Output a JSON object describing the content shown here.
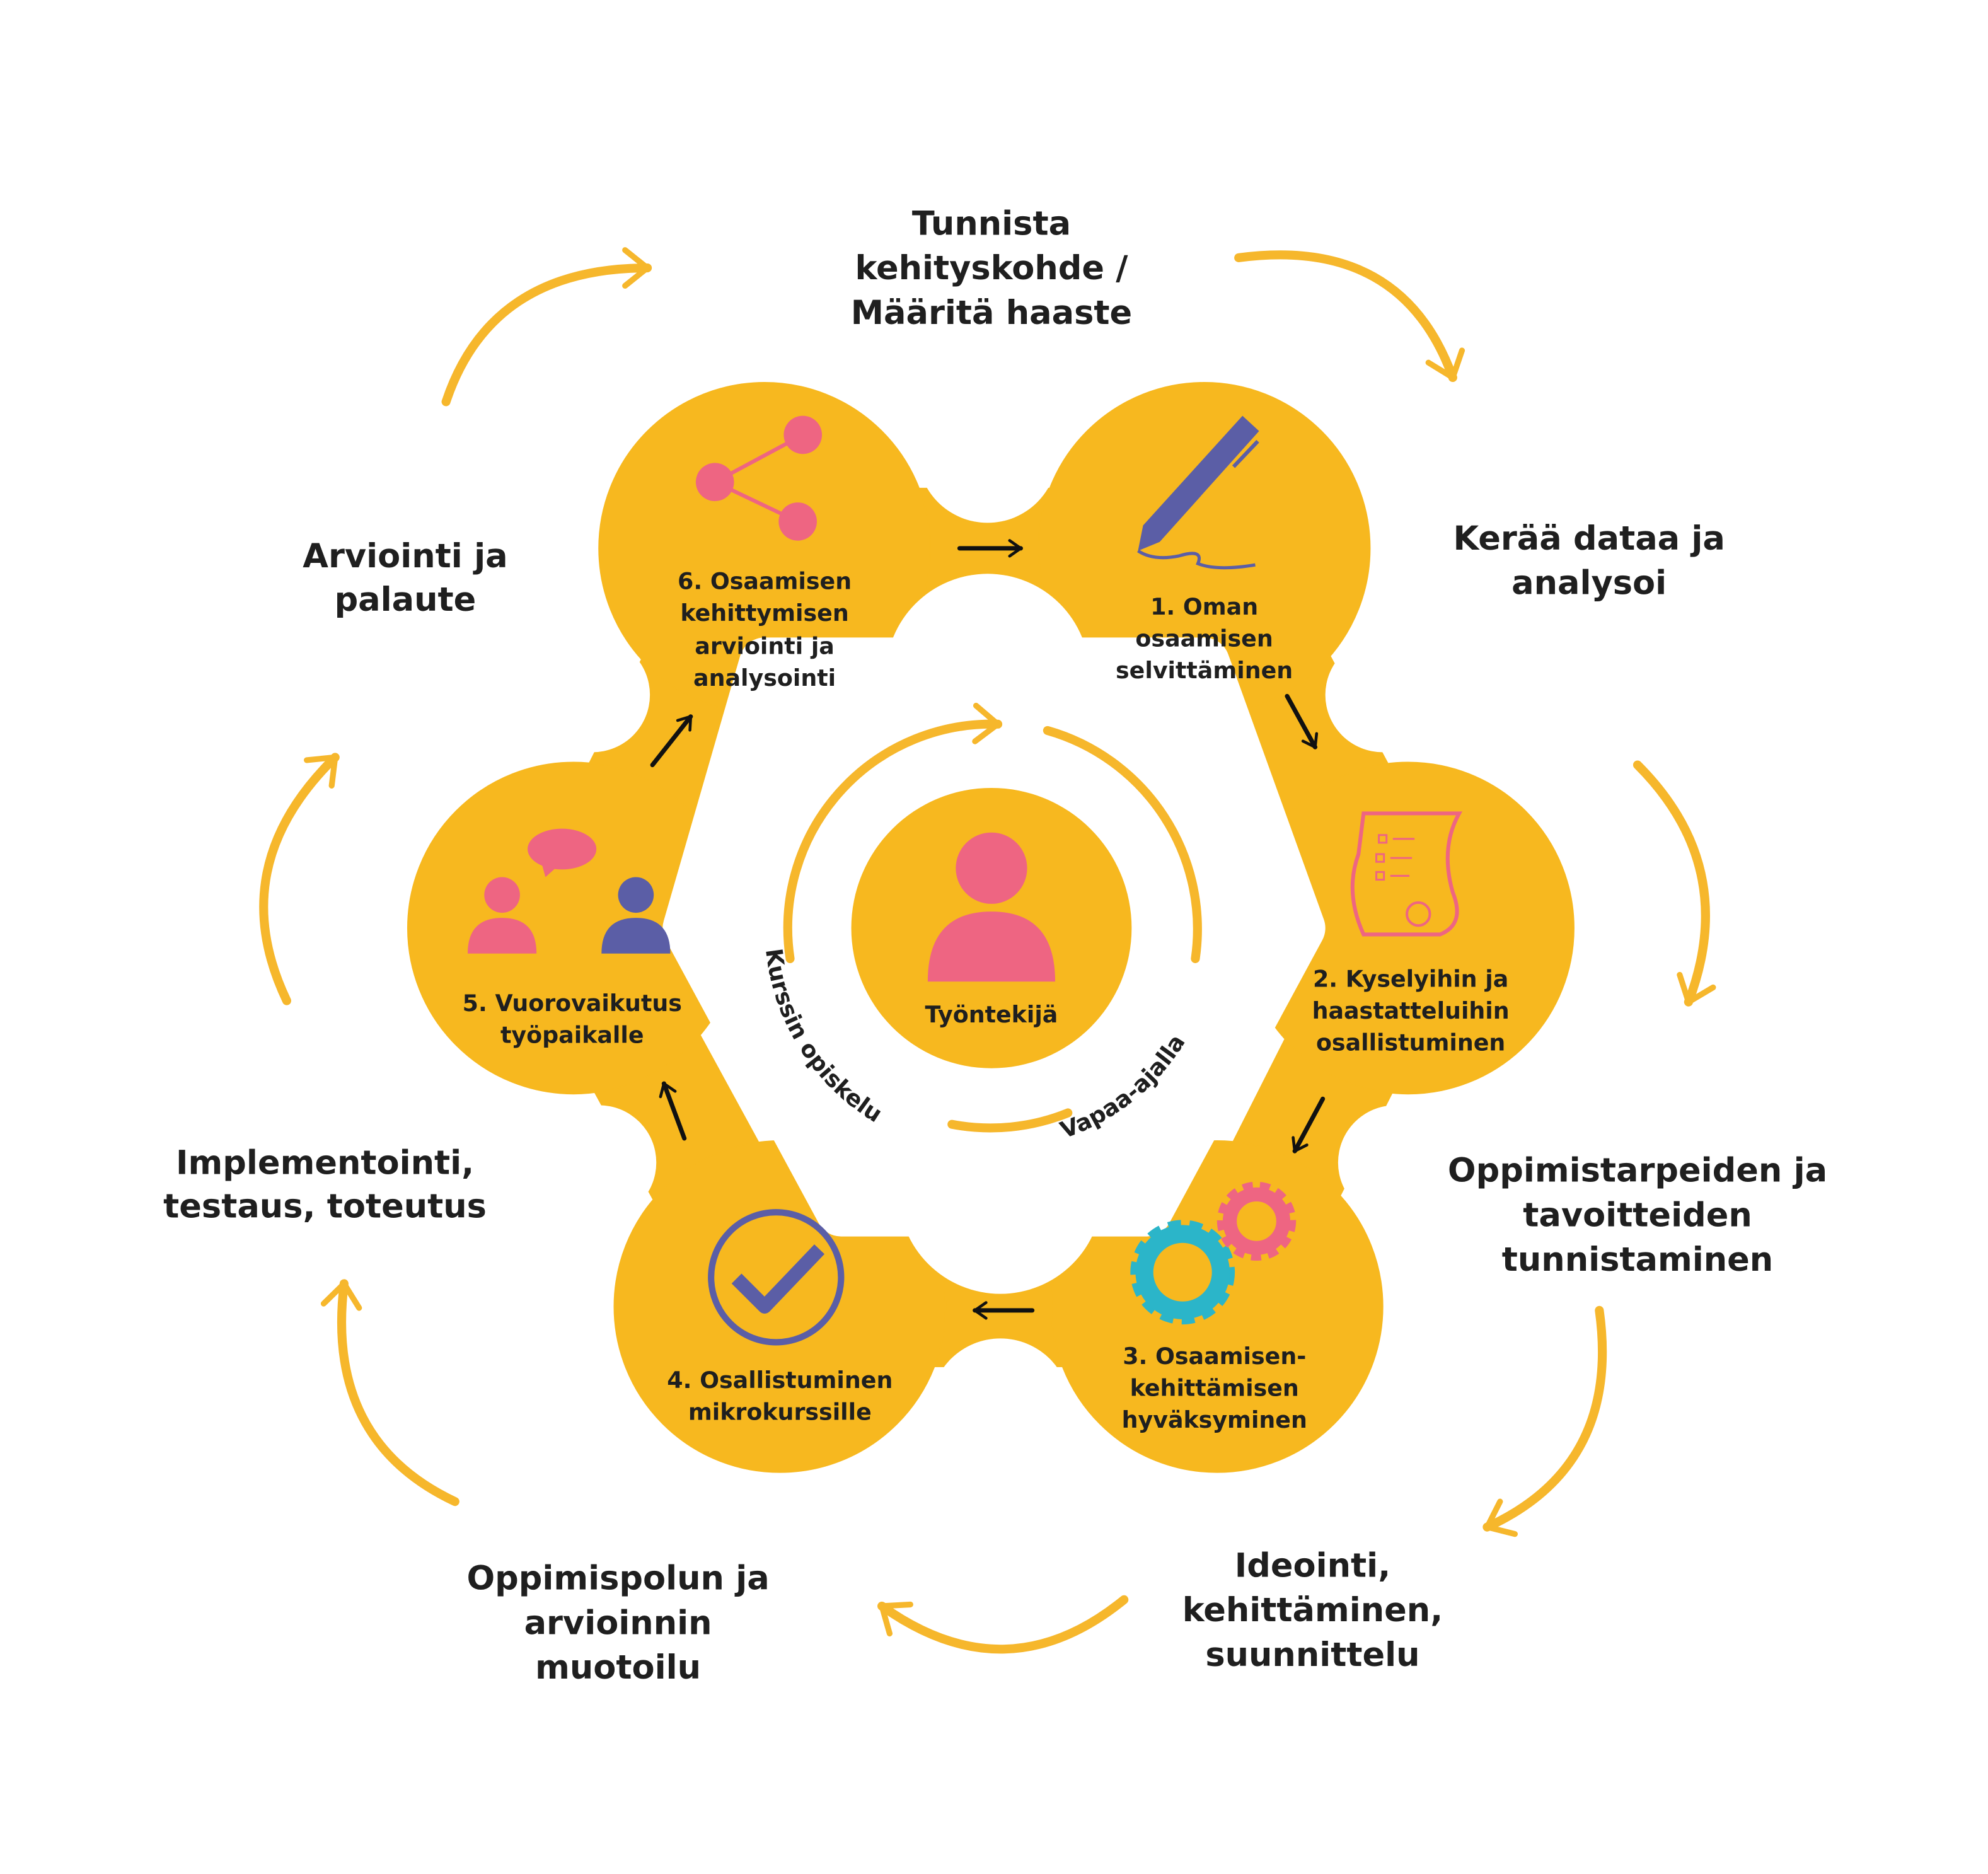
{
  "colors": {
    "yellow": "#F7B81F",
    "pink": "#EE6582",
    "purple": "#5B5EA6",
    "teal": "#2BB5C9",
    "text": "#1f1f1f"
  },
  "outer_steps": [
    {
      "lines": [
        "Tunnista",
        "kehityskohde /",
        "Määritä haaste"
      ]
    },
    {
      "lines": [
        "Kerää dataa ja",
        "analysoi"
      ]
    },
    {
      "lines": [
        "Oppimistarpeiden ja",
        "tavoitteiden",
        "tunnistaminen"
      ]
    },
    {
      "lines": [
        "Ideointi,",
        "kehittäminen,",
        "suunnittelu"
      ]
    },
    {
      "lines": [
        "Oppimispolun ja",
        "arvioinnin",
        "muotoilu"
      ]
    },
    {
      "lines": [
        "Implementointi,",
        "testaus, toteutus"
      ]
    },
    {
      "lines": [
        "Arviointi ja",
        "palaute"
      ]
    }
  ],
  "nodes": [
    {
      "icon": "pen-icon",
      "lines": [
        "1. Oman",
        "osaamisen",
        "selvittäminen"
      ]
    },
    {
      "icon": "survey-document-icon",
      "lines": [
        "2. Kyselyihin ja",
        "haastatteluihin",
        "osallistuminen"
      ]
    },
    {
      "icon": "gears-icon",
      "lines": [
        "3. Osaamisen-",
        "kehittämisen",
        "hyväksyminen"
      ]
    },
    {
      "icon": "checkmark-circle-icon",
      "lines": [
        "4. Osallistuminen",
        "mikrokurssille"
      ]
    },
    {
      "icon": "people-conversation-icon",
      "lines": [
        "5. Vuorovaikutus",
        "työpaikalle"
      ]
    },
    {
      "icon": "share-icon",
      "lines": [
        "6. Osaamisen",
        "kehittymisen",
        "arviointi ja",
        "analysointi"
      ]
    }
  ],
  "center": {
    "icon": "person-icon",
    "label": "Työntekijä"
  },
  "ring_labels": {
    "left": "Kurssin opiskelu",
    "right": "Vapaa-ajalla"
  }
}
